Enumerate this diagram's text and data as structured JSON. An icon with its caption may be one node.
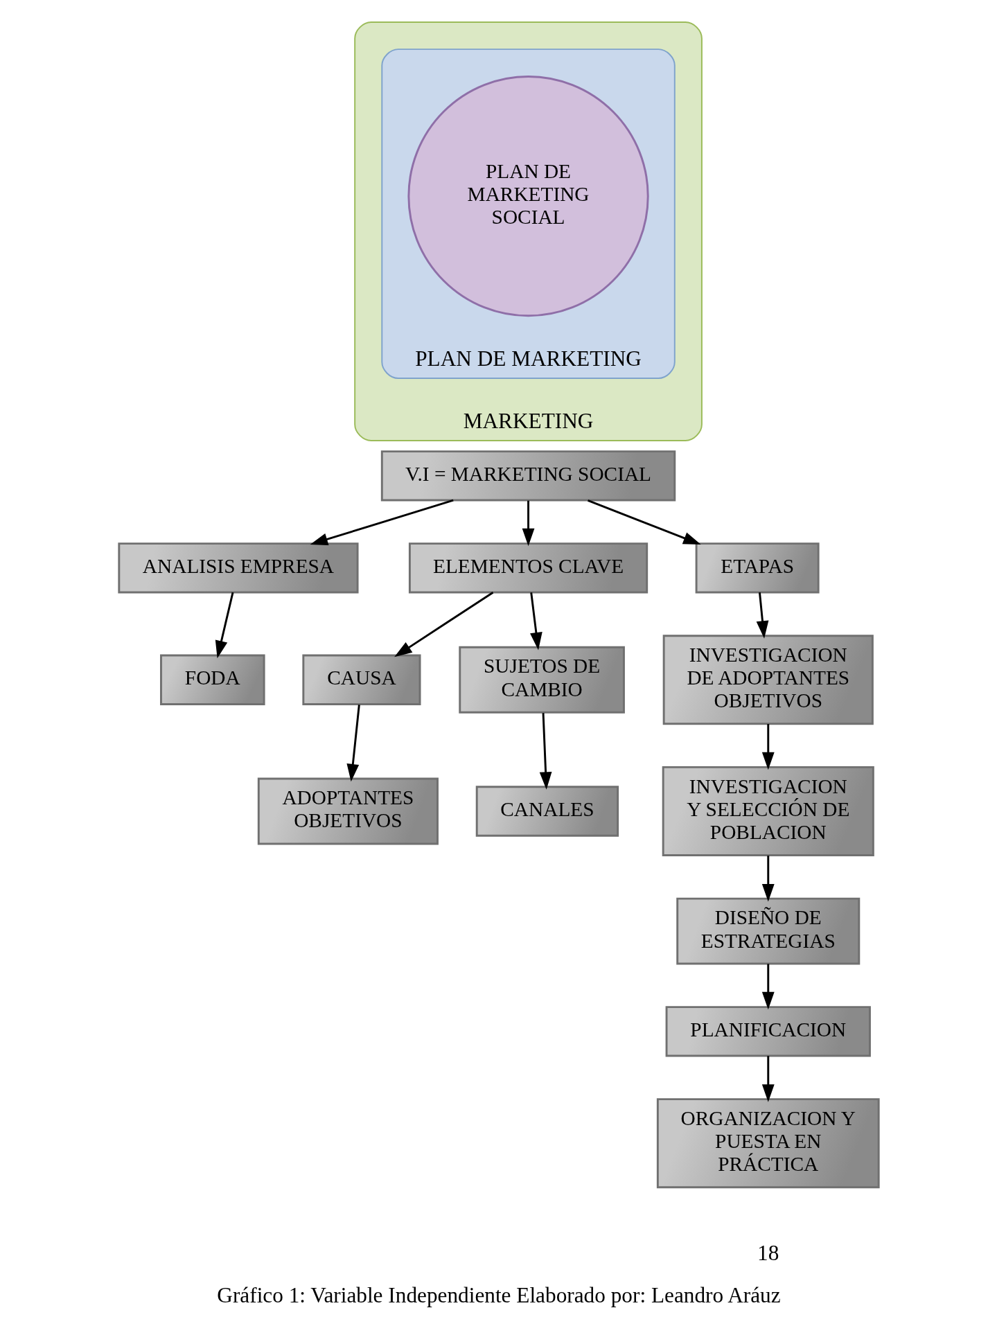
{
  "diagram": {
    "caption": "Gráfico 1: Variable Independiente Elaborado por: Leandro Aráuz",
    "nodes": [
      {
        "text": [
          "MARKETING"
        ]
      },
      {
        "text": [
          "PLAN DE MARKETING"
        ],
        "in": 0
      },
      {
        "text": [
          "PLAN DE MARKETING SOCIAL"
        ],
        "in": 1
      },
      {
        "text": [
          "V.I = MARKETING SOCIAL"
        ]
      },
      {
        "text": [
          "ANALISIS EMPRESA"
        ]
      },
      {
        "text": [
          "ELEMENTOS CLAVE"
        ]
      },
      {
        "text": [
          "ETAPAS"
        ]
      },
      {
        "text": [
          "FODA"
        ]
      },
      {
        "text": [
          "CAUSA"
        ]
      },
      {
        "text": [
          "SUJETOS DE CAMBIO"
        ]
      },
      {
        "text": [
          "ADOPTANTES OBJETIVOS"
        ]
      },
      {
        "text": [
          "CANALES"
        ]
      },
      {
        "text": [
          "INVESTIGACION DE ADOPTANTES OBJETIVOS"
        ]
      },
      {
        "text": [
          "INVESTIGACION Y SELECCIÓN DE POBLACION"
        ]
      },
      {
        "text": [
          "DISEÑO DE ESTRATEGIAS"
        ]
      },
      {
        "text": [
          "PLANIFICACION"
        ]
      },
      {
        "text": [
          "ORGANIZACION Y PUESTA EN PRÁCTICA"
        ]
      }
    ],
    "edges": [
      {
        "from": 3,
        "to": 4,
        "arrow": "to"
      },
      {
        "from": 3,
        "to": 5,
        "arrow": "to"
      },
      {
        "from": 3,
        "to": 6,
        "arrow": "to"
      },
      {
        "from": 4,
        "to": 7,
        "arrow": "to"
      },
      {
        "from": 5,
        "to": 8,
        "arrow": "to"
      },
      {
        "from": 5,
        "to": 9,
        "arrow": "to"
      },
      {
        "from": 8,
        "to": 10,
        "arrow": "to"
      },
      {
        "from": 9,
        "to": 11,
        "arrow": "to"
      },
      {
        "from": 6,
        "to": 12,
        "arrow": "to"
      },
      {
        "from": 12,
        "to": 13,
        "arrow": "to"
      },
      {
        "from": 13,
        "to": 14,
        "arrow": "to"
      },
      {
        "from": 14,
        "to": 15,
        "arrow": "to"
      },
      {
        "from": 15,
        "to": 16,
        "arrow": "to"
      }
    ],
    "labels": [
      "18"
    ]
  }
}
